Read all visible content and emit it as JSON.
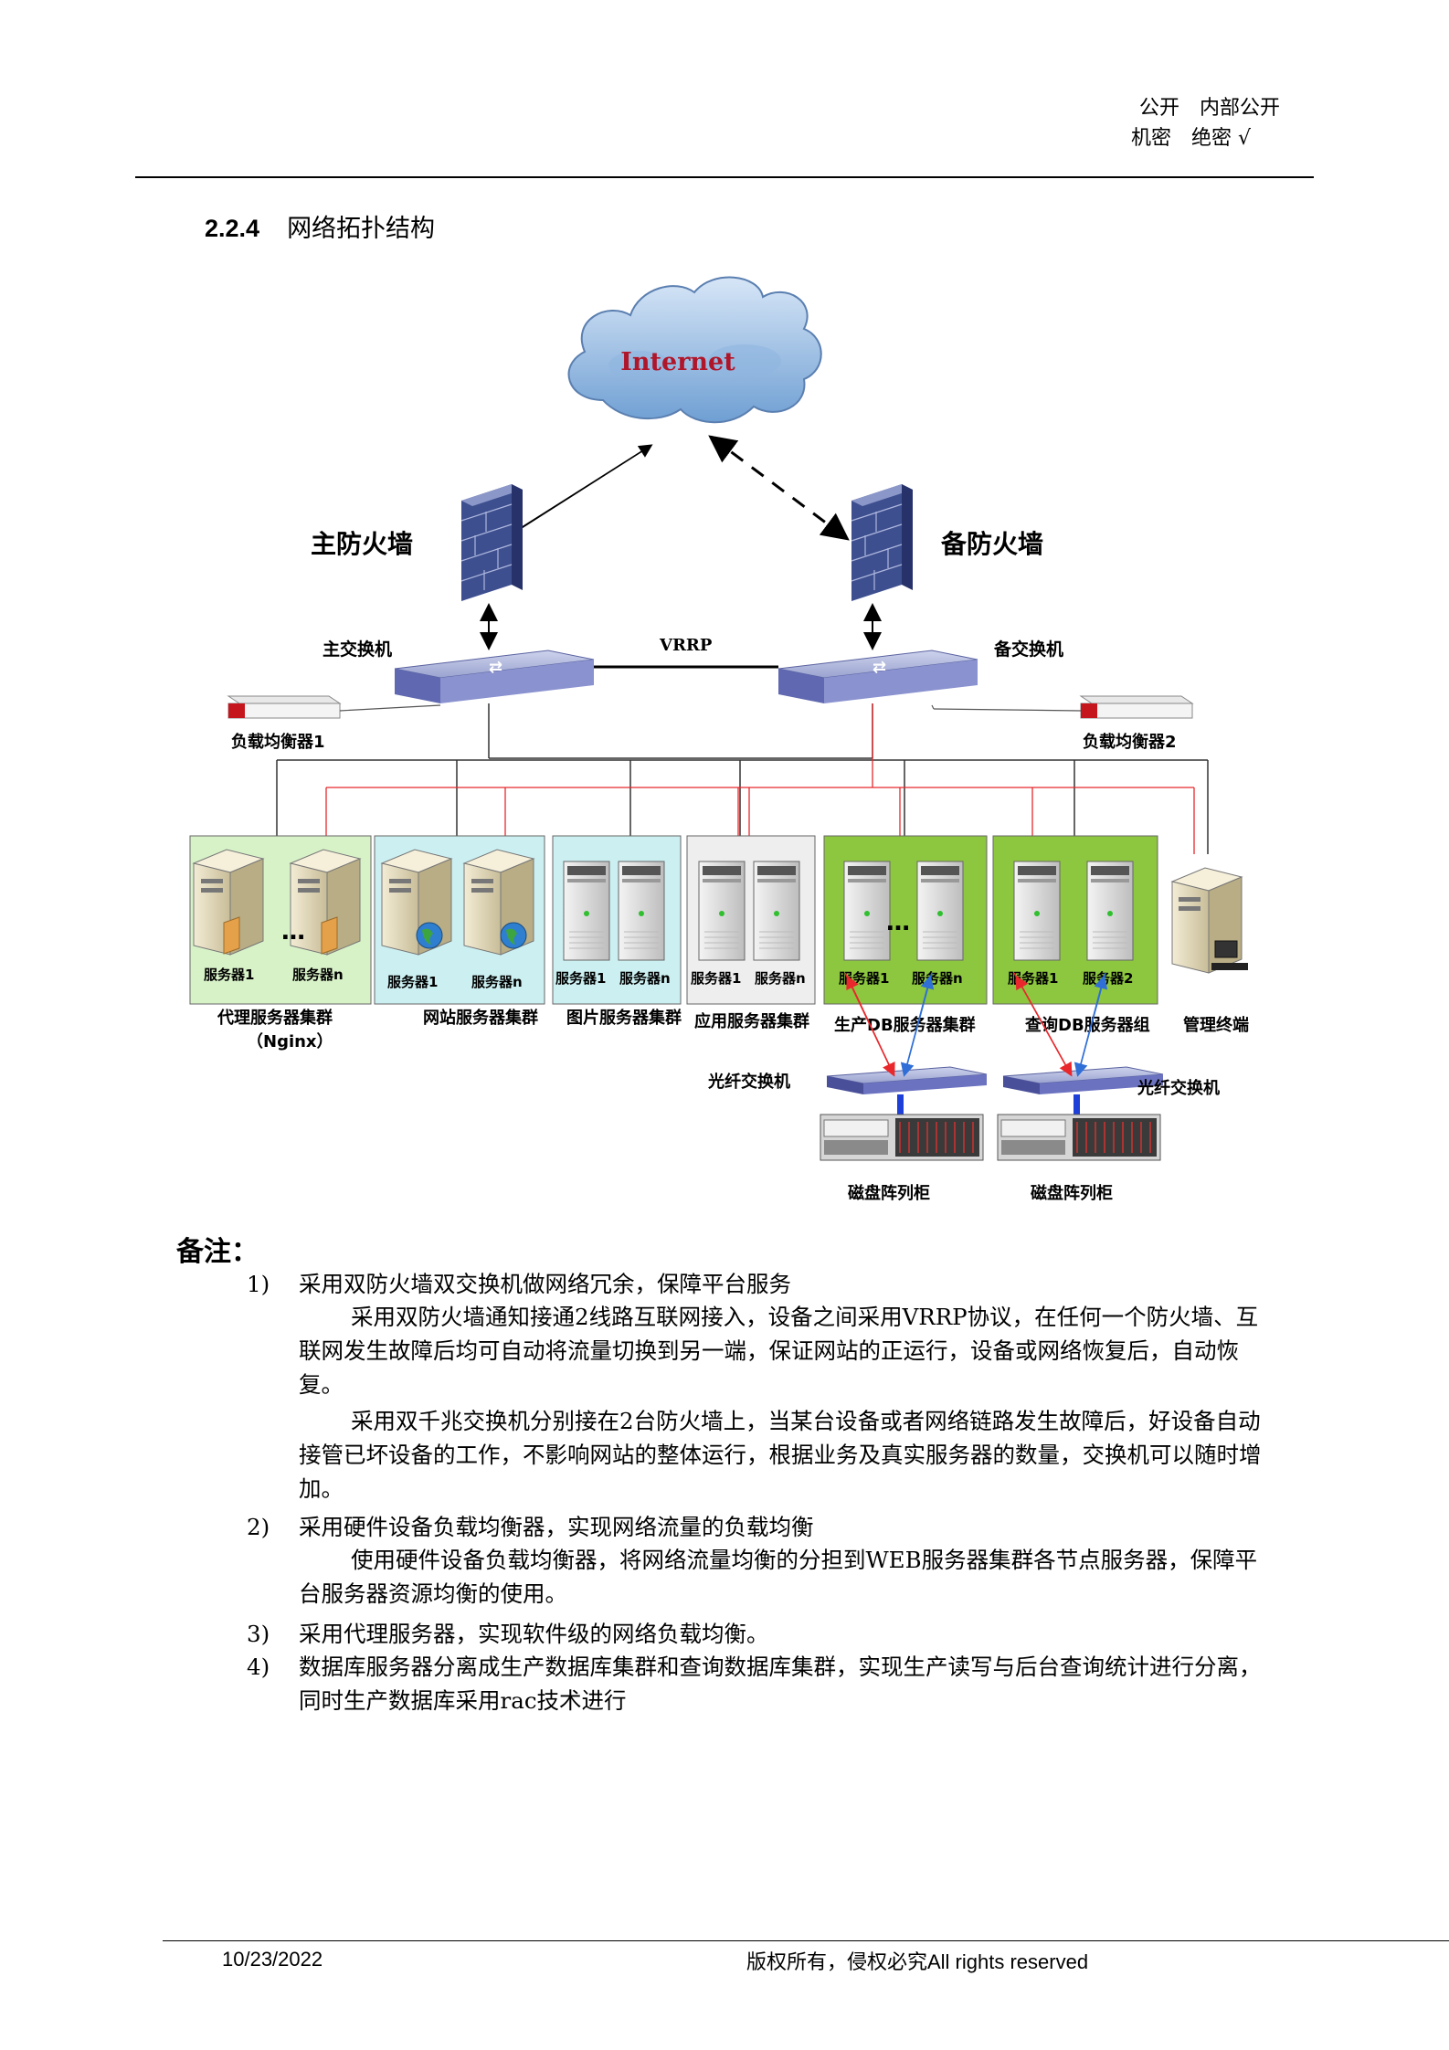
{
  "header": {
    "classification_line1": "公开　内部公开",
    "classification_line2": "机密　绝密 √"
  },
  "section": {
    "number": "2.2.4",
    "title": "网络拓扑结构"
  },
  "diagram": {
    "internet": "Internet",
    "main_firewall": "主防火墙",
    "backup_firewall": "备防火墙",
    "main_switch": "主交换机",
    "backup_switch": "备交换机",
    "vrrp": "VRRP",
    "lb1": "负载均衡器1",
    "lb2": "负载均衡器2",
    "ellipsis": "…",
    "clusters": [
      {
        "left": "服务器1",
        "right": "服务器n",
        "name": "代理服务器集群",
        "sub": "（Nginx）"
      },
      {
        "left": "服务器1",
        "right": "服务器n",
        "name": "网站服务器集群"
      },
      {
        "left": "服务器1",
        "right": "服务器n",
        "name": "图片服务器集群"
      },
      {
        "left": "服务器1",
        "right": "服务器n",
        "name": "应用服务器集群"
      },
      {
        "left": "服务器1",
        "right": "服务器n",
        "name": "生产DB服务器集群"
      },
      {
        "left": "服务器1",
        "right": "服务器2",
        "name": "查询DB服务器组"
      }
    ],
    "terminal": "管理终端",
    "fiber_switch_left": "光纤交换机",
    "fiber_switch_right": "光纤交换机",
    "disk_left": "磁盘阵列柜",
    "disk_right": "磁盘阵列柜"
  },
  "notes": {
    "title": "备注：",
    "items": [
      {
        "num": "1)",
        "text": "采用双防火墙双交换机做网络冗余，保障平台服务"
      },
      {
        "num": "2)",
        "text": "采用硬件设备负载均衡器，实现网络流量的负载均衡"
      },
      {
        "num": "3)",
        "text": "采用代理服务器，实现软件级的网络负载均衡。"
      },
      {
        "num": "4)",
        "text": "数据库服务器分离成生产数据库集群和查询数据库集群，实现生产读写与后台查询统计进行分离，同时生产数据库采用rac技术进行"
      }
    ],
    "para1a": "采用双防火墙通知接通2线路互联网接入，设备之间采用VRRP协议，在任何一个防火墙、互联网发生故障后均可自动将流量切换到另一端，保证网站的正运行，设备或网络恢复后，自动恢复。",
    "para1b": "采用双千兆交换机分别接在2台防火墙上，当某台设备或者网络链路发生故障后，好设备自动接管已坏设备的工作，不影响网站的整体运行，根据业务及真实服务器的数量，交换机可以随时增加。",
    "para2": "使用硬件设备负载均衡器，将网络流量均衡的分担到WEB服务器集群各节点服务器，保障平台服务器资源均衡的使用。"
  },
  "footer": {
    "date": "10/23/2022",
    "copyright": "版权所有，侵权必究All rights reserved"
  },
  "colors": {
    "red_link": "#e8282c",
    "blue_link": "#2f6fd6",
    "green_panel": "#8dc63f",
    "lightgreen_panel": "#d8f2c8",
    "cyan_panel": "#ccf0f2",
    "gray_panel": "#eeeeee"
  }
}
